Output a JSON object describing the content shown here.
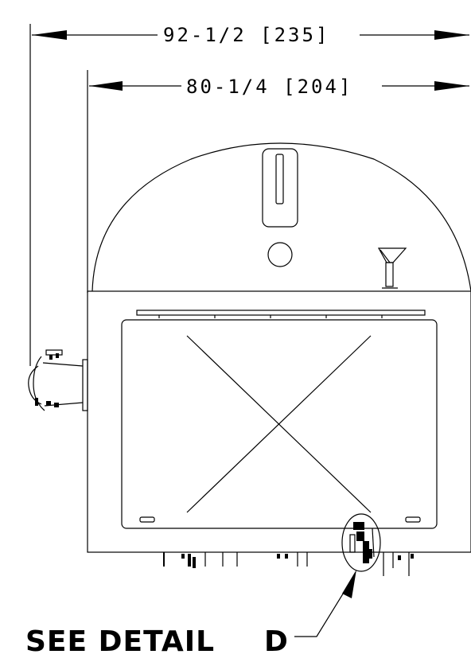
{
  "dimensions": {
    "overall": "92-1/2 [235]",
    "inner": "80-1/4 [204]"
  },
  "callout": {
    "detail_label": "SEE DETAIL",
    "detail_id": "D"
  }
}
